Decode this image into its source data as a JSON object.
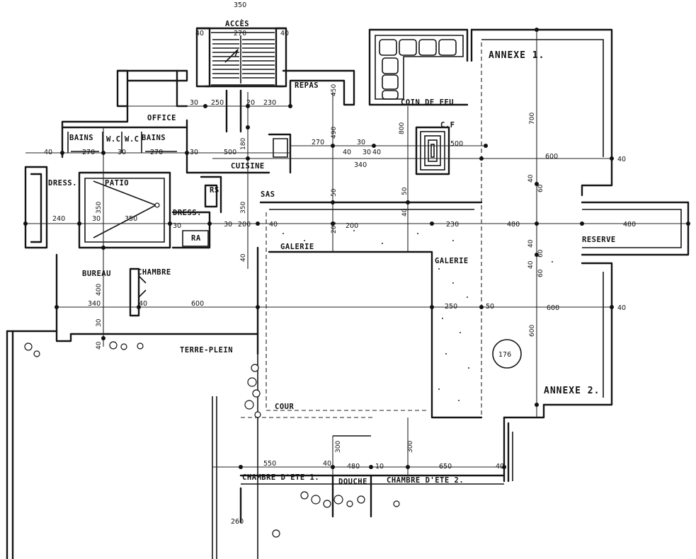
{
  "rooms": {
    "acces": "ACCÈS",
    "repas": "REPAS",
    "coin_de_feu": "COIN DE FEU",
    "cf": "C.F",
    "annexe_1": "ANNEXE 1.",
    "annexe_2": "ANNEXE 2.",
    "office": "OFFICE",
    "bains_1": "BAINS",
    "bains_2": "BAINS",
    "wc_1": "W.C",
    "wc_2": "W.C",
    "cuisine": "CUISINE",
    "dress_1": "DRESS.",
    "dress_2": "DRESS.",
    "patio": "PATIO",
    "sas": "SAS",
    "rs": "RS",
    "ra": "RA",
    "galerie_1": "GALERIE",
    "galerie_2": "GALERIE",
    "reserve": "RESERVE",
    "bureau": "BUREAU",
    "chambre": "CHAMBRE",
    "terre_plein": "TERRE-PLEIN",
    "cour": "COUR",
    "chambre_ete_1": "CHAMBRE D'ETE 1.",
    "douche": "DOUCHE",
    "chambre_ete_2": "CHAMBRE D'ETE 2.",
    "stamp": "176"
  },
  "dims": {
    "d350": "350",
    "d40a": "40",
    "d270a": "270",
    "d40b": "40",
    "d30a": "30",
    "d250": "250",
    "d20a": "20",
    "d230": "230",
    "d450": "450",
    "d490": "490",
    "d270b": "270",
    "d30b": "30",
    "d40c": "40",
    "d30c": "30",
    "d40d": "40",
    "d500a": "500",
    "d800": "800",
    "d700": "700",
    "d40e": "40",
    "d270c": "270",
    "d30d": "30",
    "d270d": "270",
    "d30e": "30",
    "d500b": "500",
    "d340a": "340",
    "d600a": "600",
    "d40f": "40",
    "d180": "180",
    "d50a": "50",
    "d50b": "50",
    "d40g": "40",
    "d60a": "60",
    "d240": "240",
    "d30f": "30",
    "d350b": "350",
    "d30g": "30",
    "d30h": "30",
    "d200": "200",
    "d40h": "40",
    "d200b": "200",
    "d200c": "200",
    "d230b": "230",
    "d480a": "480",
    "d480b": "480",
    "d350c": "350",
    "d350d": "350",
    "d40i": "40",
    "d60b": "60",
    "d40j": "40",
    "d60c": "60",
    "d340b": "340",
    "d600b": "600",
    "d40k": "40",
    "d250b": "250",
    "d50c": "50",
    "d600c": "600",
    "d40l": "40",
    "d600d": "600",
    "d400": "400",
    "d30i": "30",
    "d40m": "40",
    "d550": "550",
    "d40n": "40",
    "d480c": "480",
    "d10": "10",
    "d650": "650",
    "d40o": "40",
    "d300a": "300",
    "d300b": "300",
    "d260": "260",
    "d40p": "40",
    "d40q": "40"
  }
}
